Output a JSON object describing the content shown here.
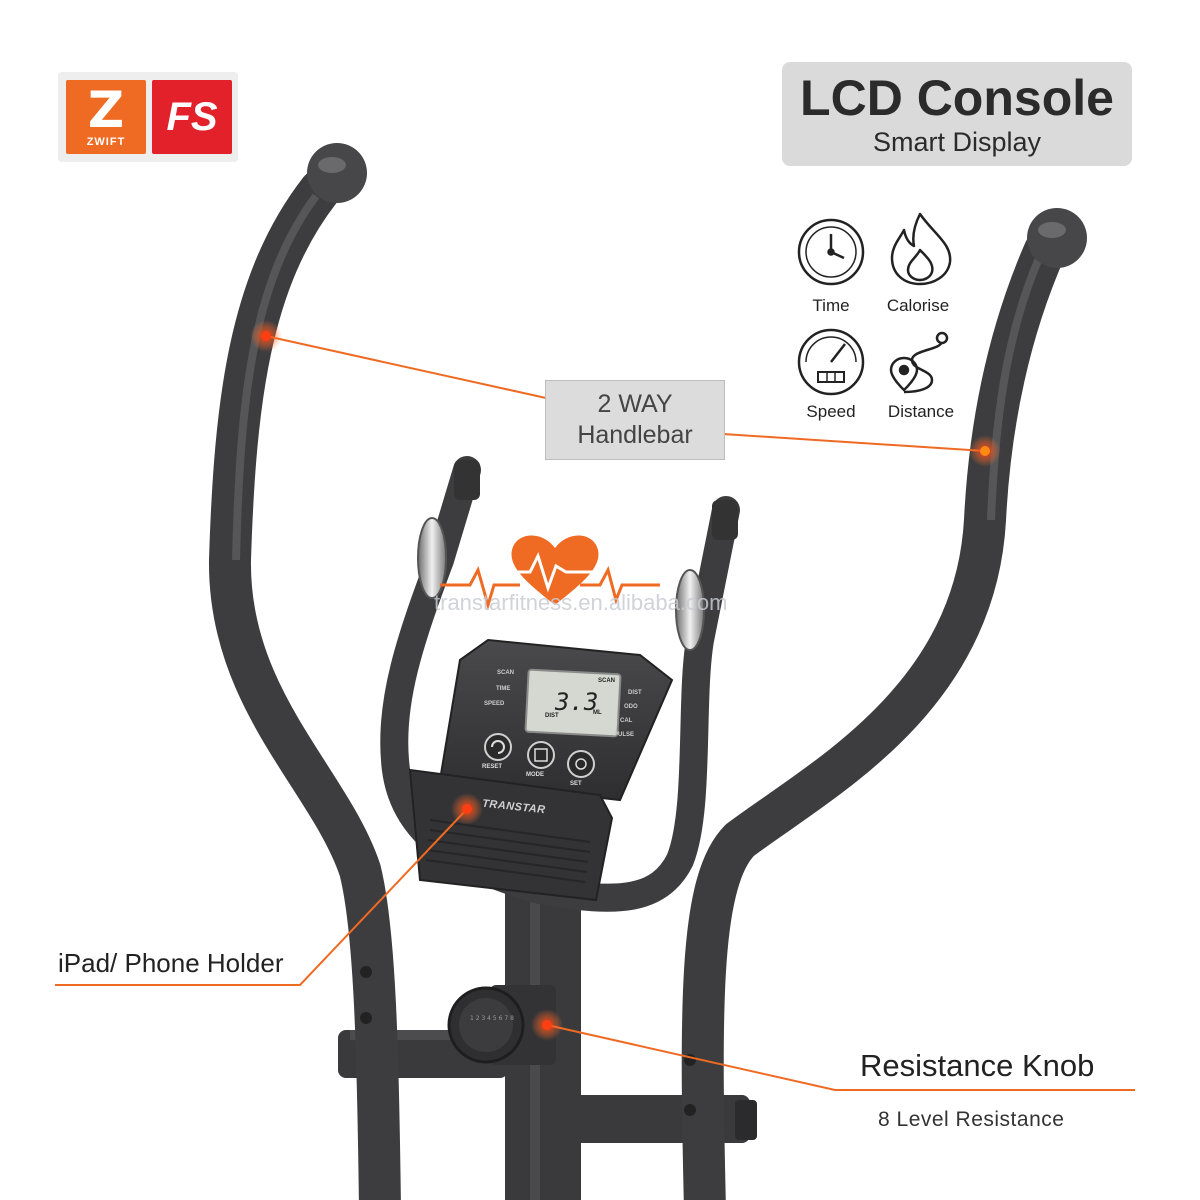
{
  "logos": {
    "zwift_letter": "Z",
    "zwift_text": "ZWIFT",
    "fs_text": "FS",
    "zwift_color": "#ef6a23",
    "fs_color": "#e3212a"
  },
  "lcd_callout": {
    "title": "LCD Console",
    "subtitle": "Smart Display"
  },
  "features": [
    {
      "label": "Time",
      "icon": "clock-icon"
    },
    {
      "label": "Calorise",
      "icon": "flame-icon"
    },
    {
      "label": "Speed",
      "icon": "speedometer-icon"
    },
    {
      "label": "Distance",
      "icon": "route-icon"
    }
  ],
  "handlebar_callout": {
    "line1": "2 WAY",
    "line2": "Handlebar"
  },
  "watermark": "transtarfitness.en.alibaba.com",
  "console": {
    "brand": "TRANSTAR",
    "readout": "3.3",
    "readout_unit": "ML",
    "readout_label": "DIST",
    "left_labels": [
      "SCAN",
      "TIME",
      "SPEED"
    ],
    "right_labels": [
      "DIST",
      "ODO",
      "CAL",
      "PULSE"
    ],
    "tag": "SCAN",
    "buttons": [
      "RESET",
      "MODE",
      "SET"
    ]
  },
  "phone_holder_callout": "iPad/ Phone Holder",
  "resistance_callout": {
    "title": "Resistance Knob",
    "subtitle": "8 Level Resistance"
  },
  "colors": {
    "accent": "#ef6a23",
    "frame": "#3f3f41",
    "callout_box": "#dadada",
    "marker": "#ff4a1c"
  }
}
